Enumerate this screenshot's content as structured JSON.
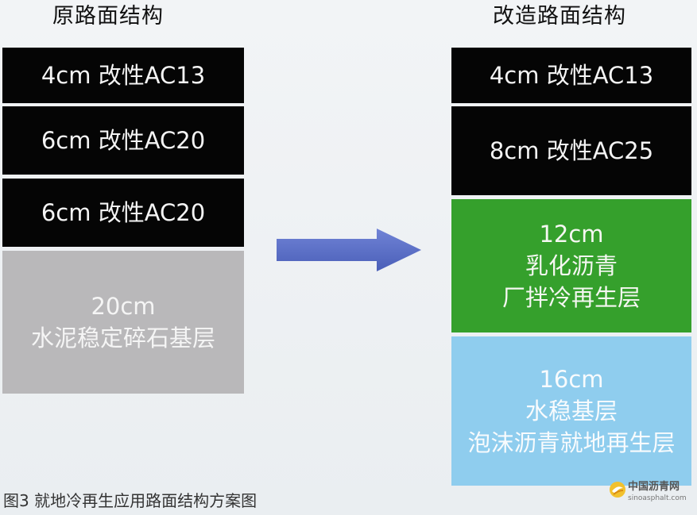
{
  "titles": {
    "original": "原路面结构",
    "modified": "改造路面结构"
  },
  "original_layers": [
    {
      "lines": [
        "4cm  改性AC13"
      ],
      "color": "#050505"
    },
    {
      "lines": [
        "6cm  改性AC20"
      ],
      "color": "#050505"
    },
    {
      "lines": [
        "6cm  改性AC20"
      ],
      "color": "#050505"
    },
    {
      "lines": [
        "20cm",
        "水泥稳定碎石基层"
      ],
      "color": "#b9b8ba"
    }
  ],
  "modified_layers": [
    {
      "lines": [
        "4cm  改性AC13"
      ],
      "color": "#050505"
    },
    {
      "lines": [
        "8cm  改性AC25"
      ],
      "color": "#050505"
    },
    {
      "lines": [
        "12cm",
        "乳化沥青",
        "厂拌冷再生层"
      ],
      "color": "#35a02c"
    },
    {
      "lines": [
        "16cm",
        "水稳基层",
        "泡沫沥青就地再生层"
      ],
      "color": "#8fcdee"
    }
  ],
  "arrow": {
    "icon": "right-arrow-icon",
    "color": "#5a6fc4"
  },
  "caption": "图3  就地冷再生应用路面结构方案图",
  "watermark": {
    "icon": "asphalt-logo-icon",
    "name": "中国沥青网",
    "url": "sinoasphalt.com"
  }
}
